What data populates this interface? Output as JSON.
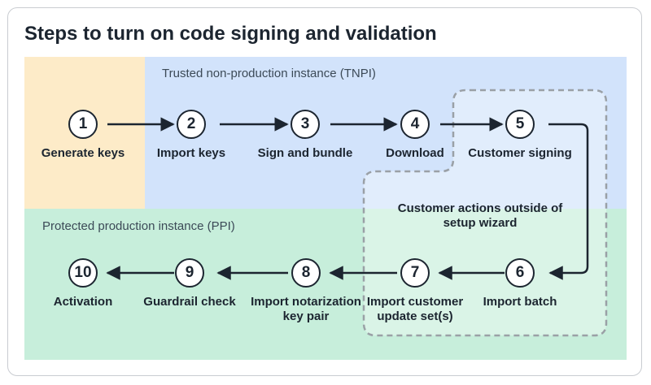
{
  "title": "Steps to turn on code signing and validation",
  "regions": {
    "tnpi_label": "Trusted non-production instance (TNPI)",
    "ppi_label": "Protected production instance (PPI)"
  },
  "note": "Customer actions outside of setup wizard",
  "steps": [
    {
      "num": "1",
      "label": "Generate keys"
    },
    {
      "num": "2",
      "label": "Import keys"
    },
    {
      "num": "3",
      "label": "Sign and bundle"
    },
    {
      "num": "4",
      "label": "Download"
    },
    {
      "num": "5",
      "label": "Customer signing"
    },
    {
      "num": "6",
      "label": "Import batch"
    },
    {
      "num": "7",
      "label": "Import customer update set(s)"
    },
    {
      "num": "8",
      "label": "Import notarization key pair"
    },
    {
      "num": "9",
      "label": "Guardrail check"
    },
    {
      "num": "10",
      "label": "Activation"
    }
  ],
  "colors": {
    "orange_region": "#fdebc8",
    "blue_region": "#d2e3fb",
    "green_region": "#c7eedb",
    "ink": "#1c2530",
    "dashed_border": "#9aa0a6"
  }
}
